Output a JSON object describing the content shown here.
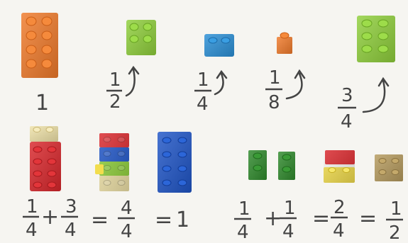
{
  "colors": {
    "background": "#f6f5f1",
    "ink": "#444444",
    "orange": "#f07a2a",
    "lime": "#8fcf3b",
    "blue_light": "#2a8fd6",
    "blue_dark": "#1f55c7",
    "red": "#d9262b",
    "yellow": "#f2dd4d",
    "cream": "#efe2a8",
    "green": "#2f8a2c",
    "tan": "#b59a5d"
  },
  "top_row": {
    "whole_label": "1",
    "half": {
      "num": "1",
      "den": "2"
    },
    "quarter": {
      "num": "1",
      "den": "4"
    },
    "eighth": {
      "num": "1",
      "den": "8"
    },
    "three_quarters": {
      "num": "3",
      "den": "4"
    }
  },
  "equations": {
    "left": {
      "a": {
        "num": "1",
        "den": "4"
      },
      "plus": "+",
      "b": {
        "num": "3",
        "den": "4"
      },
      "eq1": "=",
      "c": {
        "num": "4",
        "den": "4"
      },
      "eq2": "=",
      "result": "1"
    },
    "right": {
      "a": {
        "num": "1",
        "den": "4"
      },
      "plus": "+",
      "b": {
        "num": "1",
        "den": "4"
      },
      "eq1": "=",
      "c": {
        "num": "2",
        "den": "4"
      },
      "eq2": "=",
      "d": {
        "num": "1",
        "den": "2"
      }
    }
  },
  "icons": [
    "curved-arrow-icon"
  ]
}
